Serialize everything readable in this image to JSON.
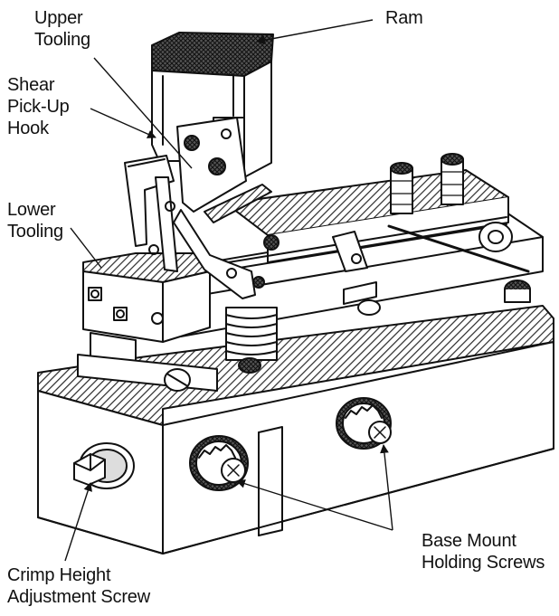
{
  "labels": {
    "ram": [
      "Ram"
    ],
    "upper_tooling": [
      "Upper",
      "Tooling"
    ],
    "shear_pickup_hook": [
      "Shear",
      "Pick-Up",
      "Hook"
    ],
    "lower_tooling": [
      "Lower",
      "Tooling"
    ],
    "base_mount_holding_screws": [
      "Base Mount",
      "Holding Screws"
    ],
    "crimp_height_adjustment_screw": [
      "Crimp Height",
      "Adjustment Screw"
    ]
  },
  "colors": {
    "ink": "#111111",
    "hatch": "#2b2b2b",
    "background": "#ffffff"
  }
}
